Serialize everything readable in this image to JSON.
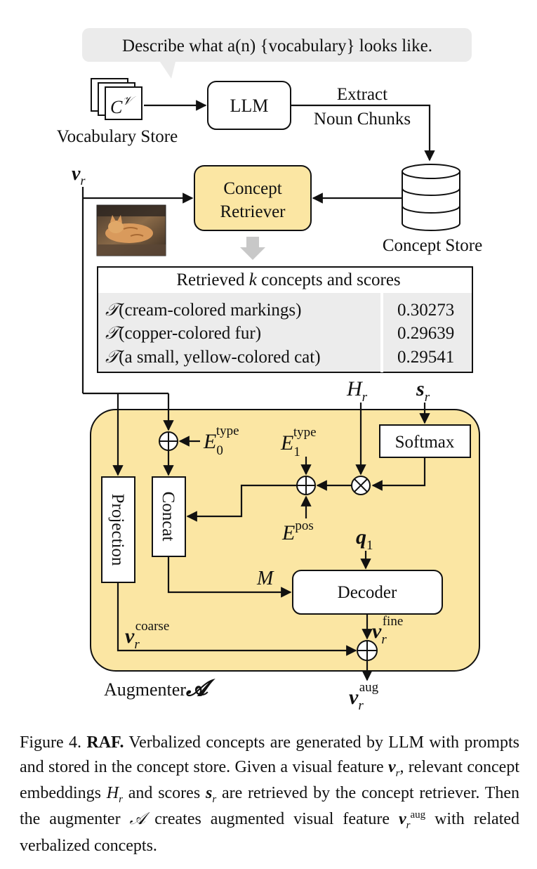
{
  "prompt": {
    "text": "Describe what a(n) {vocabulary} looks like."
  },
  "vocab": {
    "symbol": "C",
    "symbol_sup": "𝒱",
    "label": "Vocabulary Store"
  },
  "llm": {
    "label": "LLM"
  },
  "extract": {
    "line1": "Extract",
    "line2": "Noun Chunks"
  },
  "concept_store": {
    "label": "Concept Store"
  },
  "retriever": {
    "line1": "Concept",
    "line2": "Retriever"
  },
  "vr": {
    "base": "v",
    "sub": "r"
  },
  "retrieved": {
    "header_pre": "Retrieved ",
    "header_k": "k",
    "header_post": " concepts and scores",
    "rows": [
      {
        "fn": "𝒯",
        "concept": "(cream-colored markings)",
        "score": "0.30273"
      },
      {
        "fn": "𝒯",
        "concept": "(copper-colored fur)",
        "score": "0.29639"
      },
      {
        "fn": "𝒯",
        "concept": "(a small, yellow-colored cat)",
        "score": "0.29541"
      }
    ]
  },
  "hr": {
    "base": "H",
    "sub": "r"
  },
  "sr": {
    "base": "s",
    "sub": "r"
  },
  "softmax": {
    "label": "Softmax"
  },
  "e0": {
    "base": "E",
    "sub": "0",
    "sup": "type"
  },
  "e1": {
    "base": "E",
    "sub": "1",
    "sup": "type"
  },
  "epos": {
    "base": "E",
    "sup": "pos"
  },
  "projection": {
    "label": "Projection"
  },
  "concat": {
    "label": "Concat"
  },
  "q1": {
    "base": "q",
    "sub": "1"
  },
  "m": {
    "label": "M"
  },
  "decoder": {
    "label": "Decoder"
  },
  "vfine": {
    "base": "v",
    "sub": "r",
    "sup": "fine"
  },
  "vcoarse": {
    "base": "v",
    "sub": "r",
    "sup": "coarse"
  },
  "vaug": {
    "base": "v",
    "sub": "r",
    "sup": "aug"
  },
  "augmenter": {
    "label": "Augmenter",
    "symbol": "𝓐"
  },
  "caption": {
    "fig": "Figure 4. ",
    "bold": "RAF.",
    "p1": " Verbalized concepts are generated by LLM with prompts and stored in the concept store. Given a visual feature ",
    "v": "v",
    "r": "r",
    "p2": ", relevant concept embeddings ",
    "H": "H",
    "p3": " and scores ",
    "s": "s",
    "p4": " are retrieved by the concept retriever. Then the augmenter ",
    "A": "𝒜",
    "p5": " creates augmented visual feature ",
    "aug": "aug",
    "p6": " with related verbalized concepts."
  },
  "colors": {
    "augmenter_fill": "#fbe6a3",
    "retriever_fill": "#fbe6a3",
    "table_row_fill": "#ececec",
    "prompt_bubble": "#ebebeb",
    "stroke": "#111111",
    "down_arrow": "#c8c8c8"
  }
}
